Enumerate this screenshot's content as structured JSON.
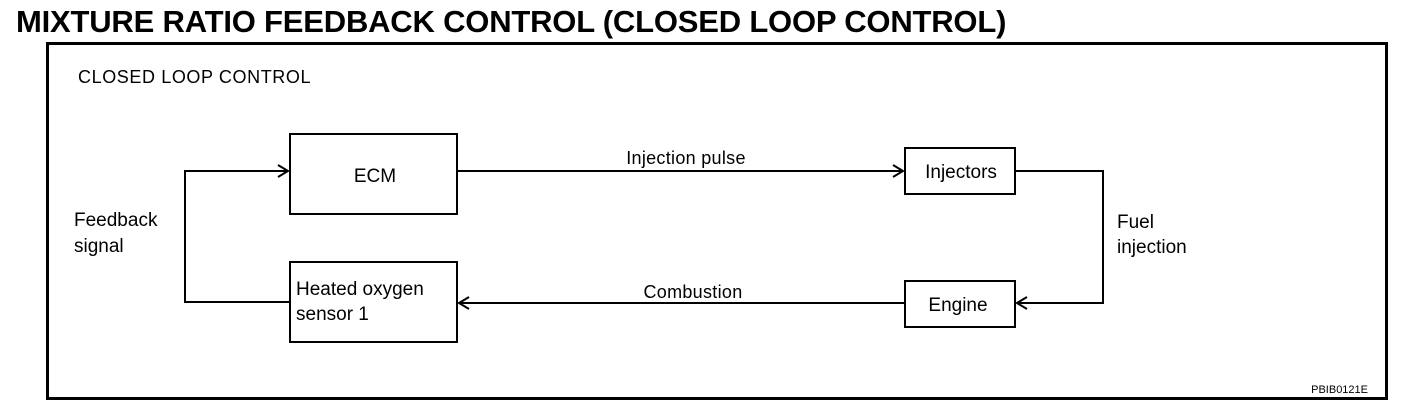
{
  "page": {
    "title": "MIXTURE RATIO FEEDBACK CONTROL (CLOSED LOOP CONTROL)"
  },
  "diagram": {
    "heading": "CLOSED LOOP CONTROL",
    "blocks": {
      "ecm": "ECM",
      "injectors": "Injectors",
      "engine": "Engine",
      "sensor_line1": "Heated oxygen",
      "sensor_line2": "sensor 1"
    },
    "arrows": {
      "injection_pulse": "Injection pulse",
      "combustion": "Combustion",
      "fuel_line1": "Fuel",
      "fuel_line2": "injection",
      "feedback_line1": "Feedback",
      "feedback_line2": "signal"
    },
    "figure_code": "PBIB0121E"
  }
}
